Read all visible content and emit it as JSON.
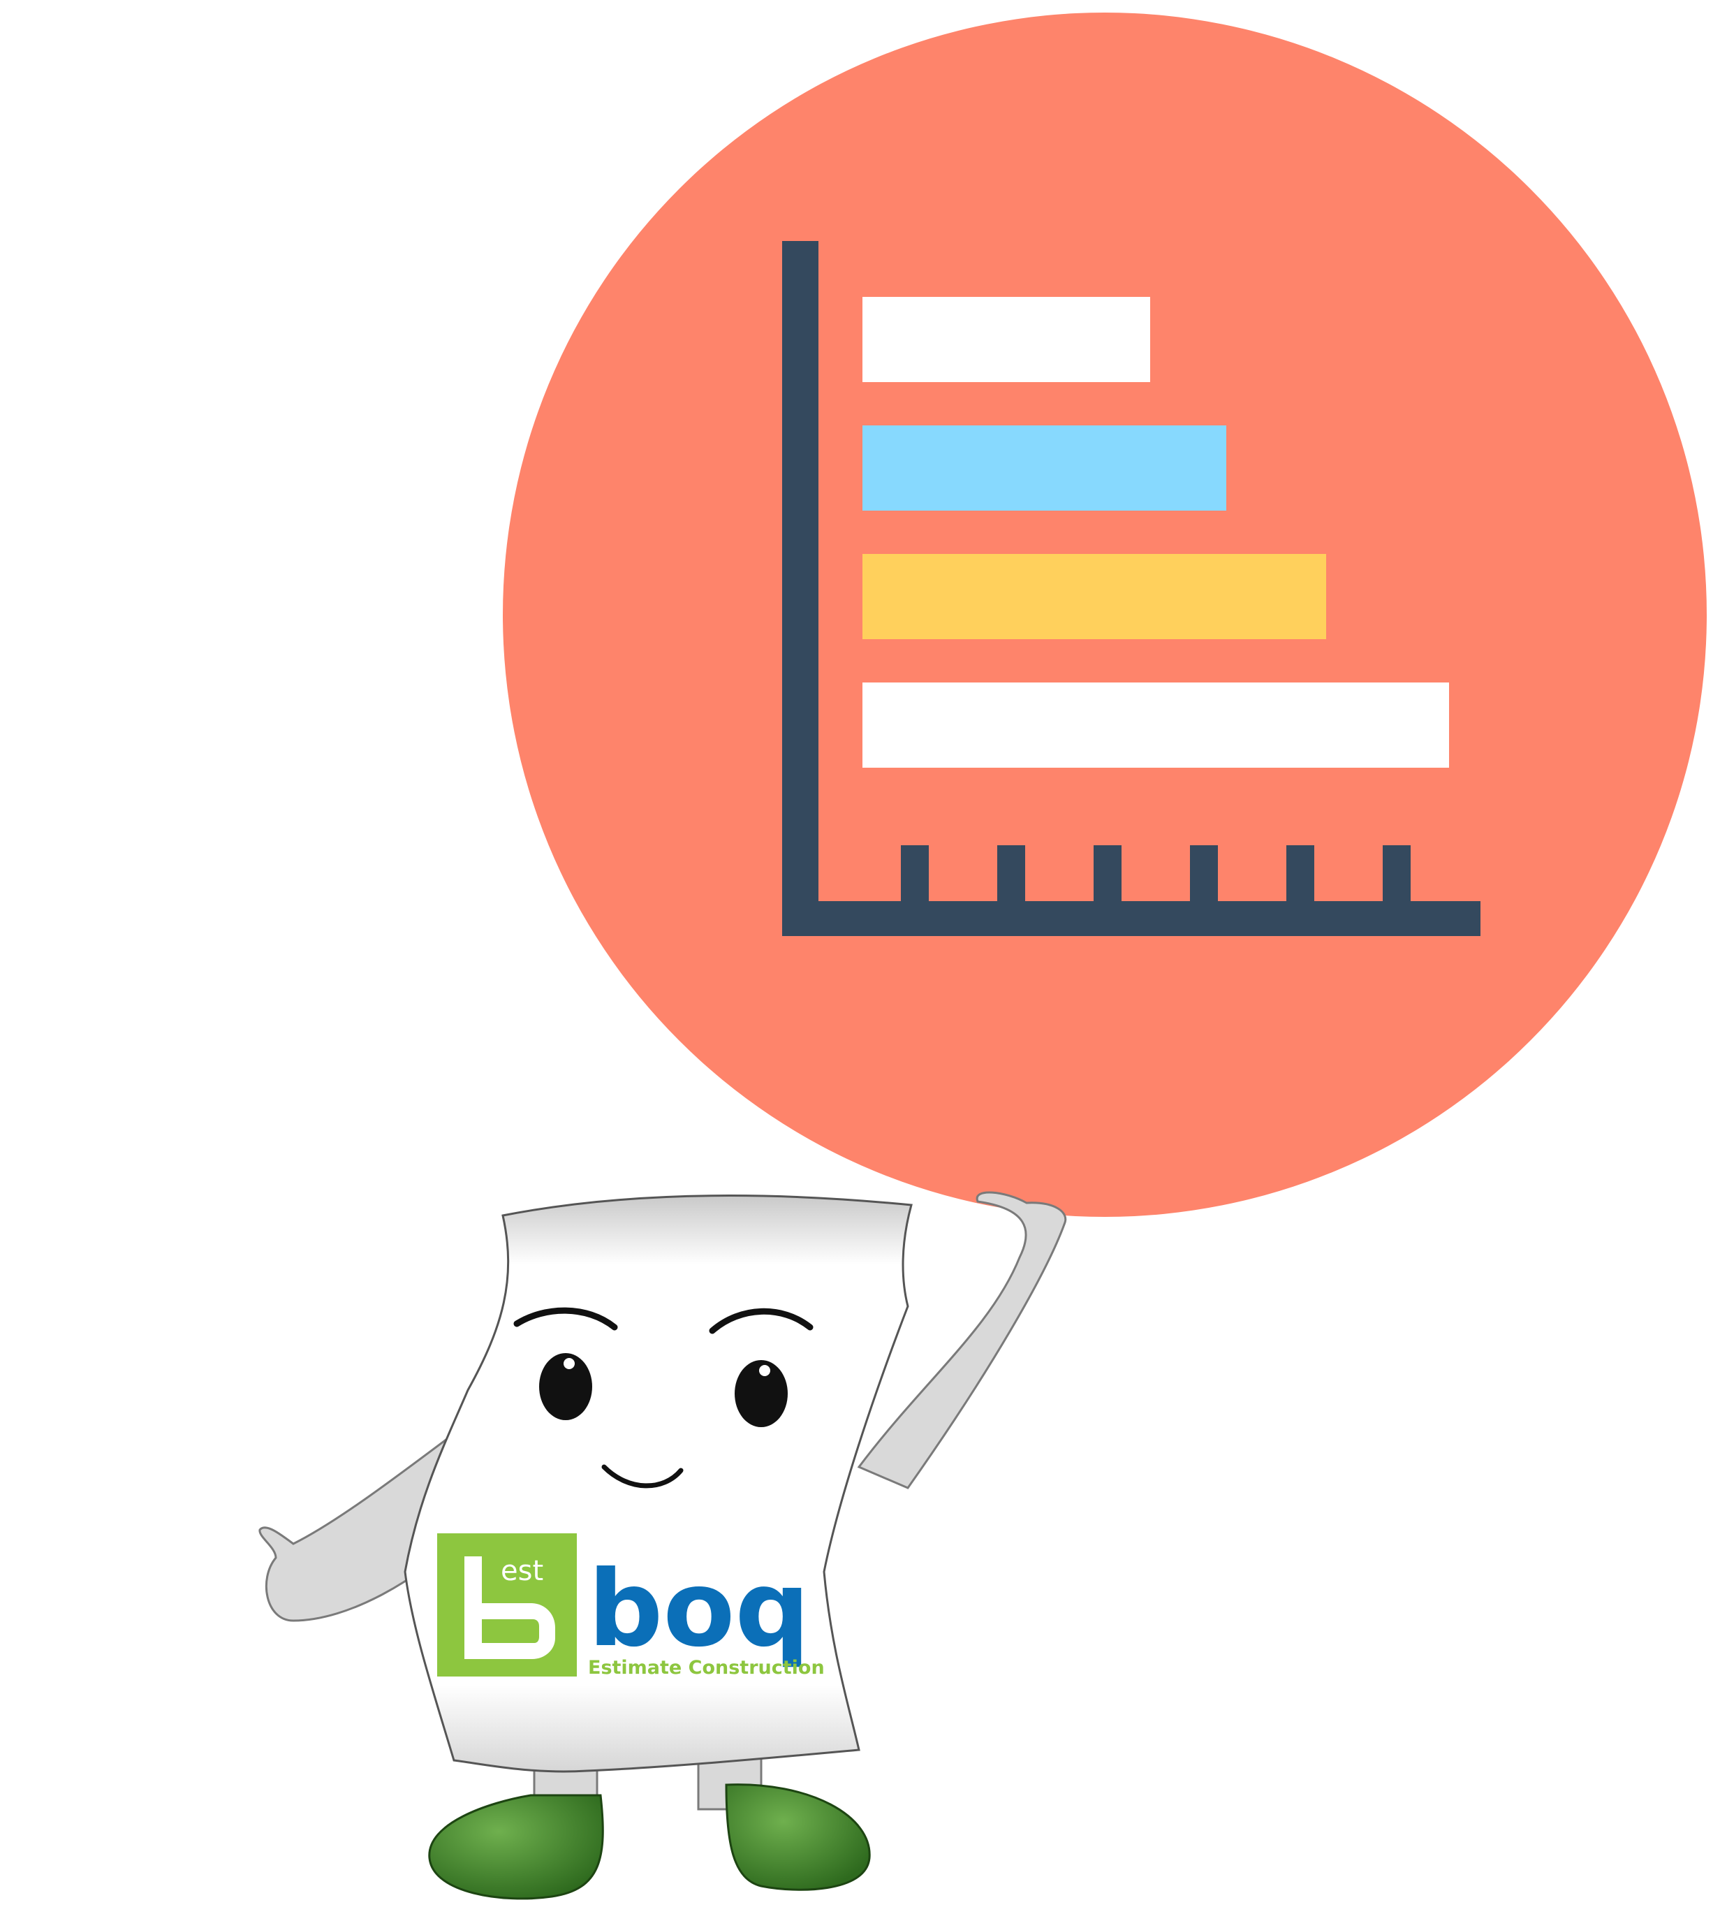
{
  "colors": {
    "circle": "#fe846b",
    "axis": "#34495e",
    "bar_white": "#ffffff",
    "bar_blue": "#87d9fe",
    "bar_yellow": "#ffd05c",
    "logo_green": "#8dc63f",
    "logo_blue": "#0b6fb8",
    "boot_green": "#3f7f2a"
  },
  "icons": {
    "badge": "bar-chart-icon",
    "mascot": "paper-mascot"
  },
  "chart_data": {
    "type": "bar",
    "orientation": "horizontal",
    "categories": [
      "",
      "",
      "",
      ""
    ],
    "values": [
      0.49,
      0.62,
      0.79,
      1.0
    ],
    "colors": [
      "#ffffff",
      "#87d9fe",
      "#ffd05c",
      "#ffffff"
    ],
    "x_ticks": 6,
    "grid": false,
    "xlabel": "",
    "ylabel": ""
  },
  "logo": {
    "est": "est",
    "b": "b",
    "boq": "boq",
    "tagline": "Estimate Construction"
  }
}
